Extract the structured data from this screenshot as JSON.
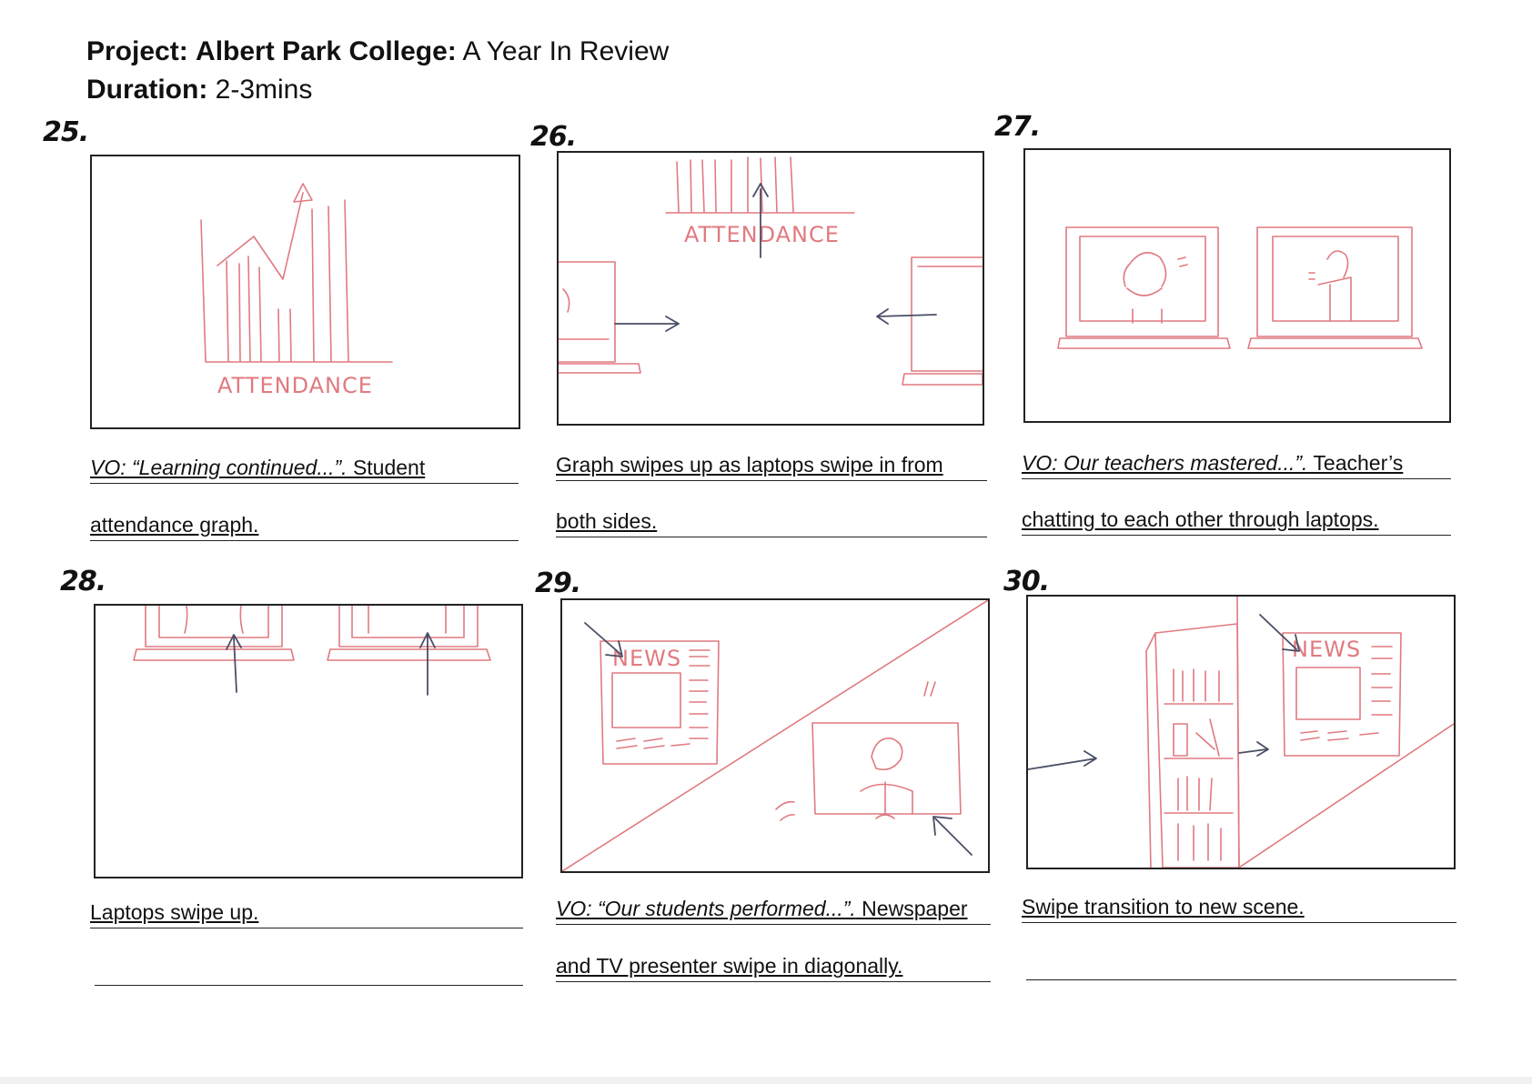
{
  "header": {
    "project_label": "Project:",
    "project_name": "Albert Park College:",
    "project_subtitle": " A Year In Review",
    "duration_label": "Duration:",
    "duration_value": " 2-3mins"
  },
  "panels": [
    {
      "number": "25.",
      "sketch_text": "ATTENDANCE",
      "caption_line1_vo": "VO: “Learning continued...”.",
      "caption_line1_rest": " Student",
      "caption_line2": "attendance graph."
    },
    {
      "number": "26.",
      "sketch_text": "ATTENDANCE",
      "caption_line1_vo": "",
      "caption_line1_rest": "Graph swipes up as laptops swipe in from",
      "caption_line2": "both sides."
    },
    {
      "number": "27.",
      "sketch_text": "",
      "caption_line1_vo": "VO: Our teachers mastered...”.",
      "caption_line1_rest": " Teacher’s",
      "caption_line2": "chatting to each other through laptops."
    },
    {
      "number": "28.",
      "sketch_text": "",
      "caption_line1_vo": "",
      "caption_line1_rest": "Laptops swipe up.",
      "caption_line2": ""
    },
    {
      "number": "29.",
      "sketch_text": "NEWS",
      "caption_line1_vo": "VO: “Our students performed...”.",
      "caption_line1_rest": " Newspaper",
      "caption_line2": "and TV presenter swipe in diagonally."
    },
    {
      "number": "30.",
      "sketch_text": "NEWS",
      "caption_line1_vo": "",
      "caption_line1_rest": "Swipe transition to new scene.",
      "caption_line2": ""
    }
  ],
  "colors": {
    "sketch": "#e07a80",
    "arrow": "#4a4f66",
    "border": "#222222"
  }
}
